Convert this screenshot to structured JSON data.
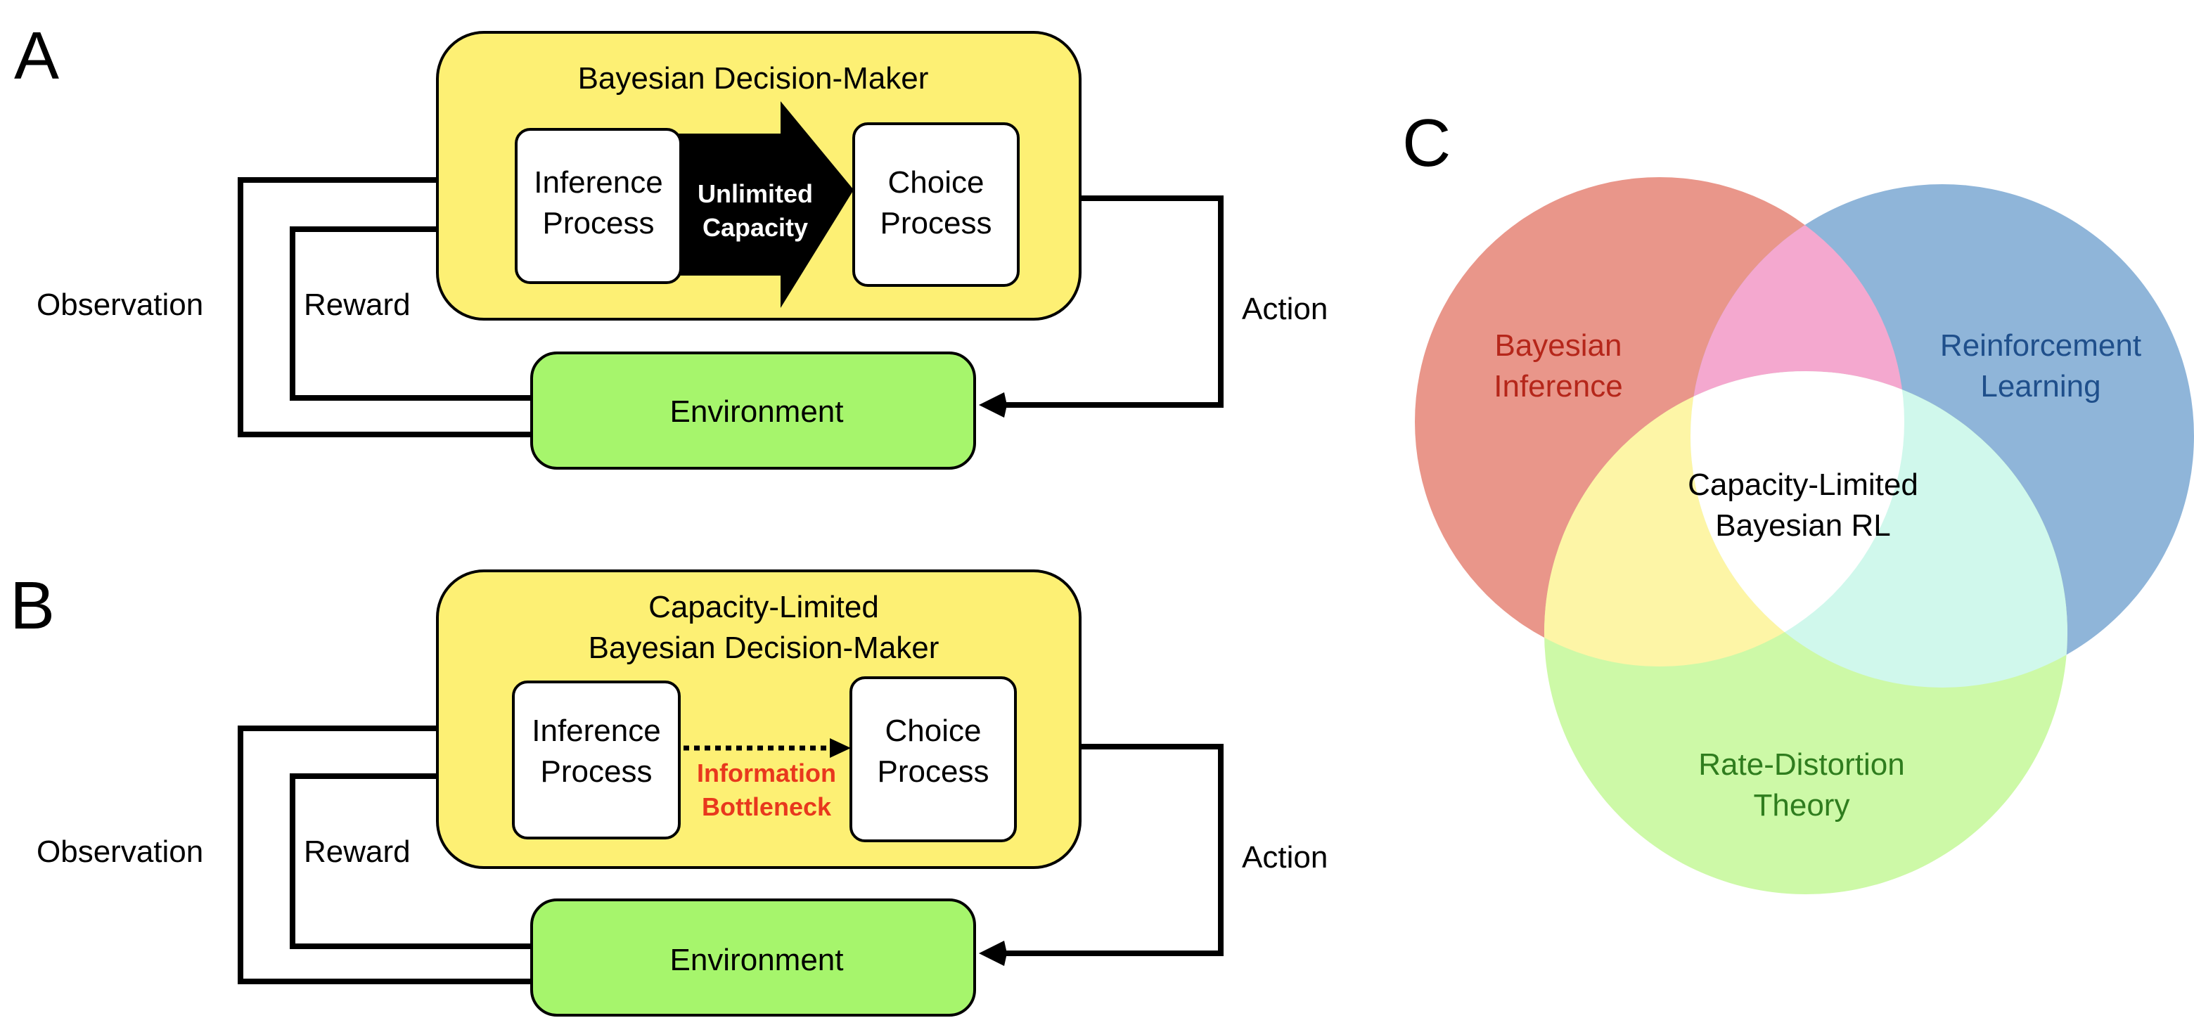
{
  "panels": {
    "a": {
      "letter": "A",
      "container_title_line1": "Bayesian Decision-Maker",
      "inference_line1": "Inference",
      "inference_line2": "Process",
      "arrow_line1": "Unlimited",
      "arrow_line2": "Capacity",
      "choice_line1": "Choice",
      "choice_line2": "Process",
      "environment": "Environment",
      "observation": "Observation",
      "reward": "Reward",
      "action": "Action"
    },
    "b": {
      "letter": "B",
      "container_title_line1": "Capacity-Limited",
      "container_title_line2": "Bayesian Decision-Maker",
      "inference_line1": "Inference",
      "inference_line2": "Process",
      "bottleneck_line1": "Information",
      "bottleneck_line2": "Bottleneck",
      "choice_line1": "Choice",
      "choice_line2": "Process",
      "environment": "Environment",
      "observation": "Observation",
      "reward": "Reward",
      "action": "Action"
    },
    "c": {
      "letter": "C",
      "bayes_line1": "Bayesian",
      "bayes_line2": "Inference",
      "rl_line1": "Reinforcement",
      "rl_line2": "Learning",
      "rd_line1": "Rate-Distortion",
      "rd_line2": "Theory",
      "center_line1": "Capacity-Limited",
      "center_line2": "Bayesian RL"
    }
  },
  "colors": {
    "container_fill": "#fdf074",
    "environment_fill": "#a6f56c",
    "bayes_circle": "#e9968a",
    "rl_circle": "#8fb5d9",
    "rd_circle": "#cdf9a7",
    "bayes_rl_overlap": "#f4a8cf",
    "bayes_rd_overlap": "#fdf5a6",
    "rl_rd_overlap": "#d0f8ec",
    "bayes_text": "#b5261a",
    "rl_text": "#1f4f8b",
    "rd_text": "#2f7d1e",
    "bottleneck_text": "#e8381d"
  }
}
